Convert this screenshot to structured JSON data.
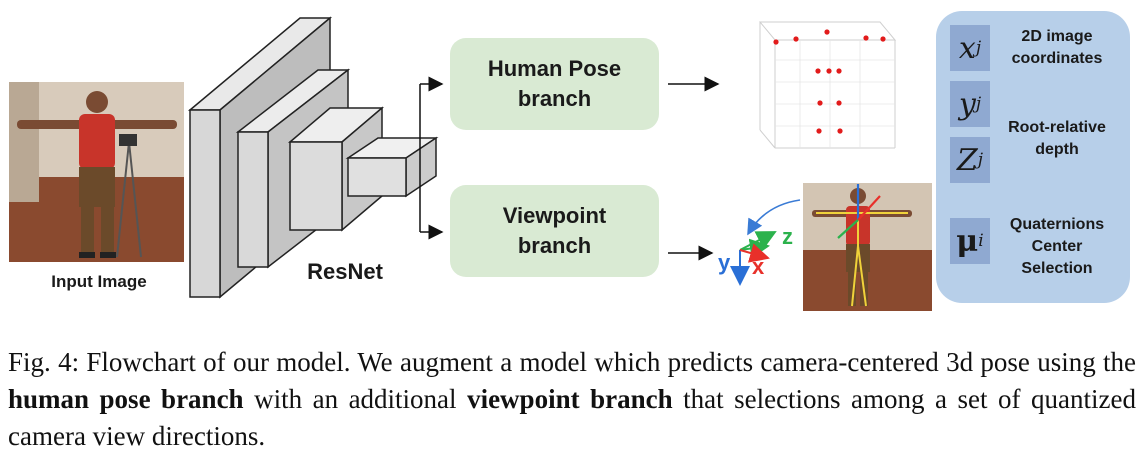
{
  "input": {
    "label": "Input Image"
  },
  "backbone": {
    "label": "ResNet"
  },
  "branches": {
    "pose": "Human Pose branch",
    "viewpoint": "Viewpoint branch"
  },
  "axes": {
    "y": "y",
    "x": "x",
    "z": "z"
  },
  "outputs": {
    "x_sym": "x",
    "x_sub": "j",
    "y_sym": "y",
    "y_sub": "j",
    "z_sym": "Z",
    "z_sub": "j",
    "mu_sym": "μ",
    "mu_sub": "i",
    "coords_label": "2D image coordinates",
    "depth_label": "Root-relative depth",
    "quat_label": "Quaternions Center Selection"
  },
  "caption": {
    "prefix": "Fig. 4: Flowchart of our model. We augment a model which predicts camera-centered 3d pose using the ",
    "bold1": "human pose branch",
    "middle": " with an additional ",
    "bold2": "viewpoint branch",
    "suffix": " that selections among a set of quantized camera view directions."
  },
  "colors": {
    "branch_fill": "#d9ead3",
    "panel_fill": "#b7cfe9",
    "symbol_fill": "#8fa9d1",
    "joint_red": "#e21b1b",
    "axis_x": "#e8302a",
    "axis_y": "#2a6fd6",
    "axis_z": "#2bb24c"
  }
}
